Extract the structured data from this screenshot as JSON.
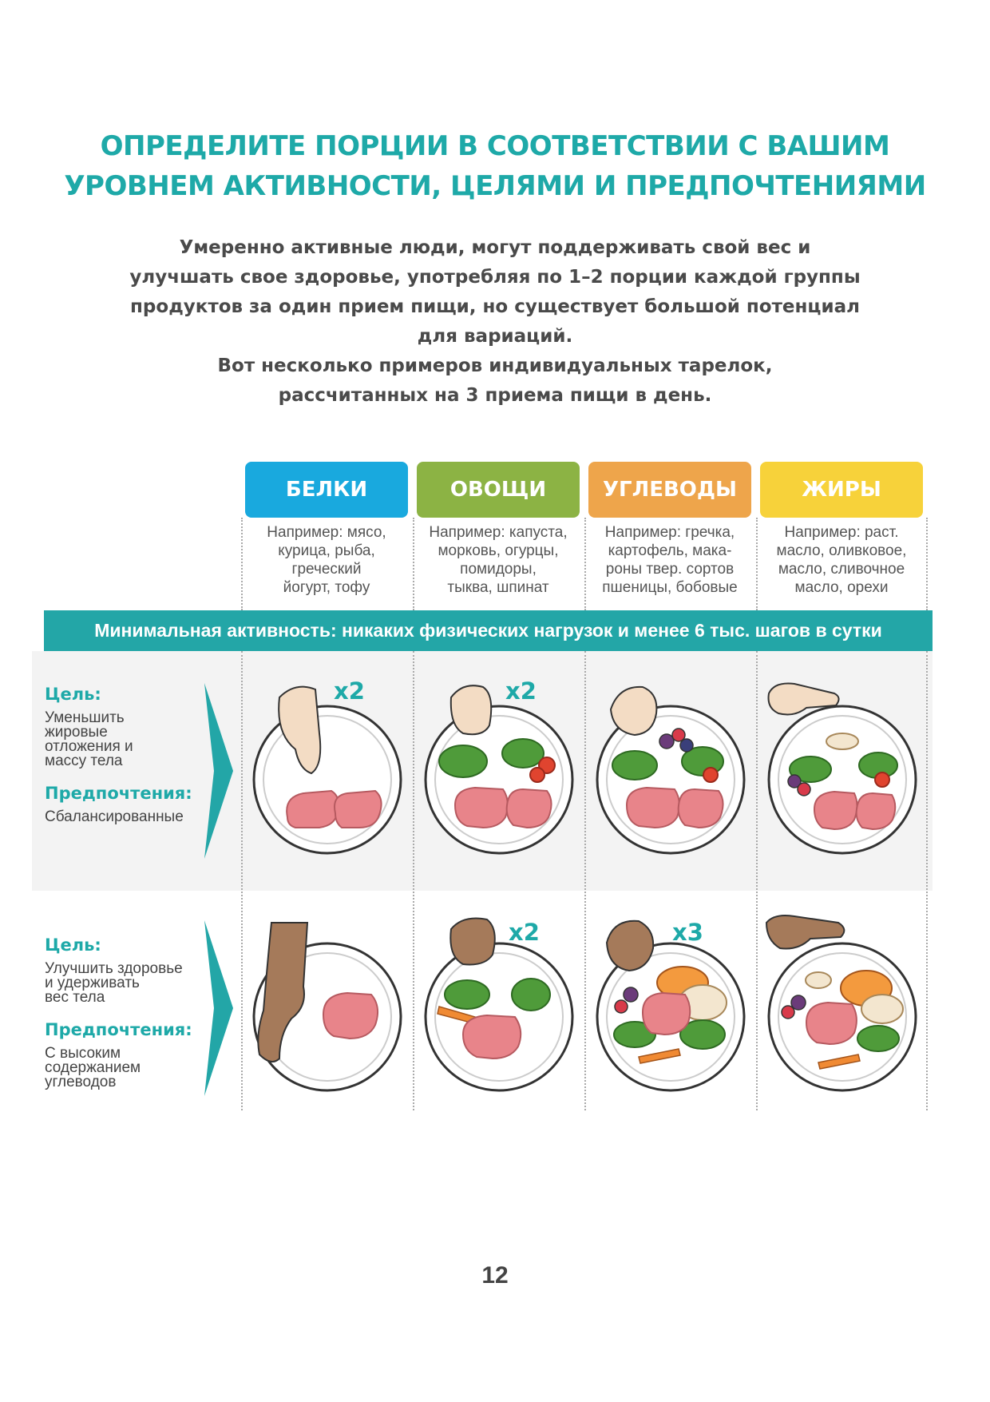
{
  "title": {
    "line1": "ОПРЕДЕЛИТЕ ПОРЦИИ В СООТВЕТСТВИИ С ВАШИМ",
    "line2": "УРОВНЕМ АКТИВНОСТИ, ЦЕЛЯМИ И ПРЕДПОЧТЕНИЯМИ"
  },
  "intro": {
    "line1": "Умеренно активные люди, могут поддерживать свой вес и",
    "line2": "улучшать свое здоровье, употребляя по 1–2 порции каждой группы",
    "line3": "продуктов за один прием пищи, но существует большой потенциал",
    "line4": "для вариаций.",
    "line5": "Вот несколько примеров индивидуальных тарелок,",
    "line6": "рассчитанных на 3 приема пищи в день."
  },
  "categories": [
    {
      "name": "БЕЛКИ",
      "color": "#19a9de",
      "desc": [
        "Например: мясо,",
        "курица, рыба,",
        "греческий",
        "йогурт, тофу"
      ]
    },
    {
      "name": "ОВОЩИ",
      "color": "#8cb344",
      "desc": [
        "Например: капуста,",
        "морковь, огурцы,",
        "помидоры,",
        "тыква, шпинат"
      ]
    },
    {
      "name": "УГЛЕВОДЫ",
      "color": "#eea54b",
      "desc": [
        "Например: гречка,",
        "картофель, мака-",
        "роны твер. сортов",
        "пшеницы, бобовые"
      ]
    },
    {
      "name": "ЖИРЫ",
      "color": "#f7d23a",
      "desc": [
        "Например: раст.",
        "масло, оливковое,",
        "масло, сливочное",
        "масло, орехи"
      ]
    }
  ],
  "banner": "Минимальная активность: никаких физических нагрузок и менее 6 тыс. шагов в сутки",
  "rows": [
    {
      "goal_label": "Цель:",
      "goal_text": [
        "Уменьшить",
        "жировые",
        "отложения и",
        "массу тела"
      ],
      "pref_label": "Предпочтения:",
      "pref_text": [
        "Сбалансированные"
      ],
      "multipliers": [
        "x2",
        "x2",
        "",
        ""
      ]
    },
    {
      "goal_label": "Цель:",
      "goal_text": [
        "Улучшить здоровье",
        "и удерживать",
        "вес тела"
      ],
      "pref_label": "Предпочтения:",
      "pref_text": [
        "С высоким",
        "содержанием",
        "углеводов"
      ],
      "multipliers": [
        "",
        "x2",
        "x3",
        ""
      ]
    }
  ],
  "page_number": "12",
  "colors": {
    "teal": "#1ea9a8",
    "skin_light": "#f3dcc4",
    "skin_dark": "#a57a5a",
    "meat": "#e8848a",
    "greens": "#4f9b3a",
    "tomato": "#e0442f",
    "berry": "#6b3b7a",
    "sweet_potato": "#f39a3e",
    "carrot": "#f08a33",
    "grain": "#f3e6cf"
  }
}
